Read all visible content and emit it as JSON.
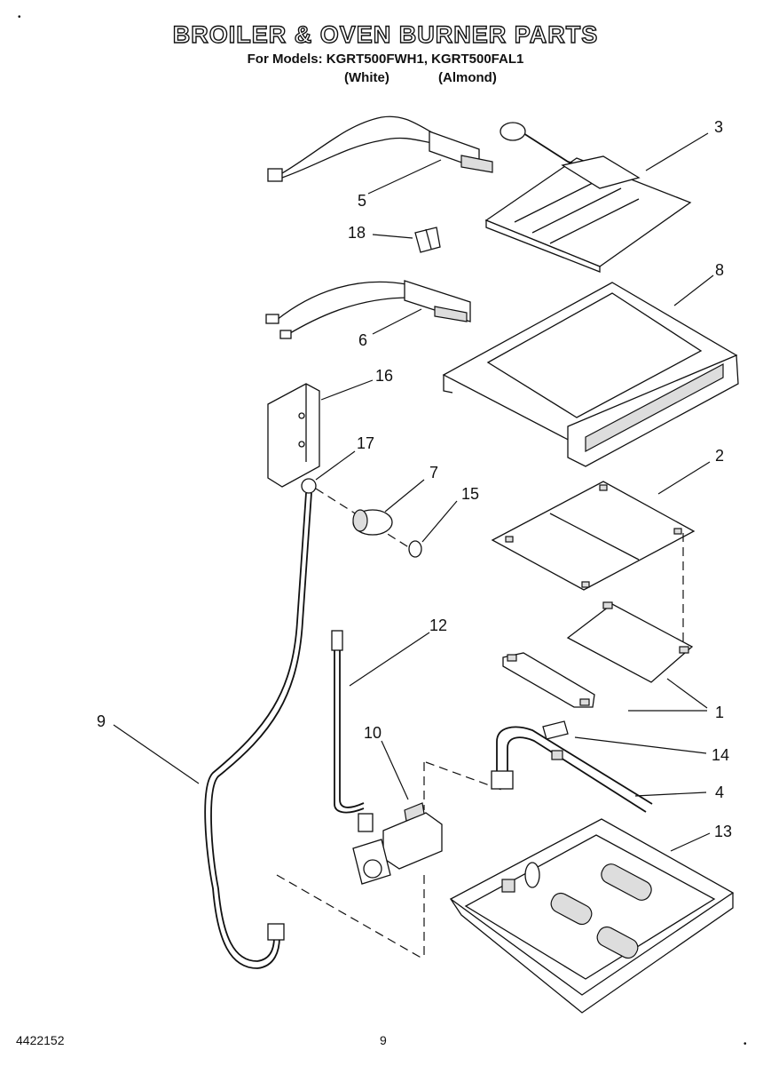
{
  "header": {
    "title": "BROILER & OVEN BURNER PARTS",
    "models_line": "For Models: KGRT500FWH1, KGRT500FAL1",
    "variant_white": "(White)",
    "variant_almond": "(Almond)"
  },
  "callouts": {
    "c1": "1",
    "c2": "2",
    "c3": "3",
    "c4": "4",
    "c5": "5",
    "c6": "6",
    "c7": "7",
    "c8": "8",
    "c9": "9",
    "c10": "10",
    "c12": "12",
    "c13": "13",
    "c14": "14",
    "c15": "15",
    "c16": "16",
    "c17": "17",
    "c18": "18"
  },
  "footer": {
    "doc_number": "4422152",
    "page_number": "9"
  }
}
